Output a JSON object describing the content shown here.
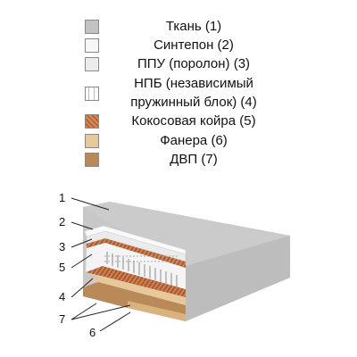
{
  "legend": {
    "items": [
      {
        "label": "Ткань (1)",
        "color": "#c2c2c2",
        "pattern": "solid"
      },
      {
        "label": "Синтепон (2)",
        "color": "#f7f7f7",
        "pattern": "solid"
      },
      {
        "label": "ППУ (поролон) (3)",
        "color": "#ececec",
        "pattern": "solid"
      },
      {
        "label": "НПБ (независимый\nпружинный блок) (4)",
        "color": "#ffffff",
        "pattern": "springs"
      },
      {
        "label": "Кокосовая койра (5)",
        "color": "#cf8252",
        "pattern": "texture"
      },
      {
        "label": "Фанера (6)",
        "color": "#e6c89a",
        "pattern": "solid"
      },
      {
        "label": "ДВП (7)",
        "color": "#b98a58",
        "pattern": "solid"
      }
    ]
  },
  "callouts": [
    "1",
    "2",
    "3",
    "5",
    "4",
    "7",
    "6"
  ]
}
